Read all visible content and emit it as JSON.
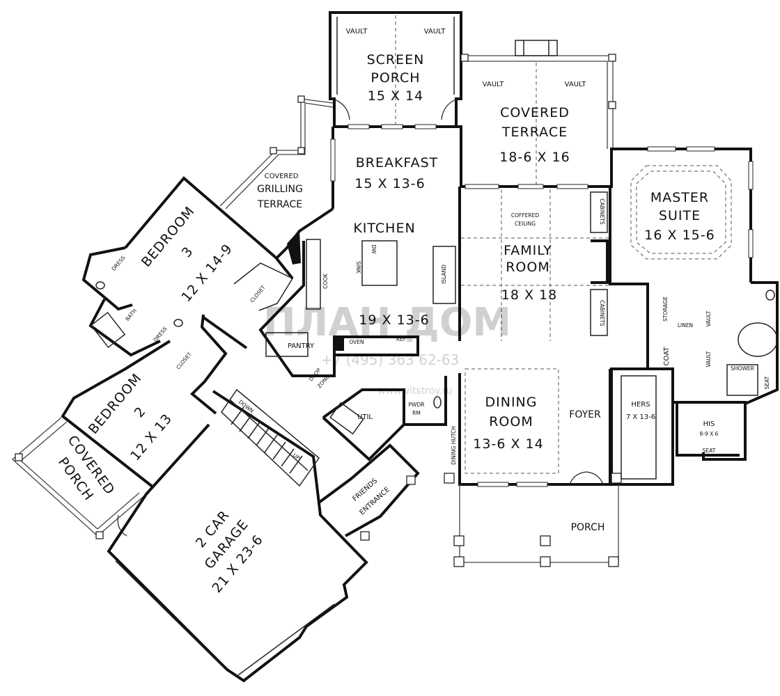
{
  "rooms": {
    "screen_porch": {
      "name1": "SCREEN",
      "name2": "PORCH",
      "dims": "15 X 14"
    },
    "covered_terrace": {
      "name1": "COVERED",
      "name2": "TERRACE",
      "dims": "18-6 X 16"
    },
    "breakfast": {
      "name": "BREAKFAST",
      "dims": "15 X 13-6"
    },
    "grilling": {
      "l1": "COVERED",
      "l2": "GRILLING",
      "l3": "TERRACE"
    },
    "kitchen": {
      "name": "KITCHEN",
      "dims": "19 X 13-6"
    },
    "family": {
      "name1": "FAMILY",
      "name2": "ROOM",
      "dims": "18 X 18",
      "ceiling1": "COFFERED",
      "ceiling2": "CEILING"
    },
    "master": {
      "name1": "MASTER",
      "name2": "SUITE",
      "dims": "16 X 15-6"
    },
    "bedroom3": {
      "name": "BEDROOM",
      "num": "3",
      "dims": "12 X 14-9"
    },
    "bedroom2": {
      "name": "BEDROOM",
      "num": "2",
      "dims": "12 X 13"
    },
    "covered_porch": {
      "name1": "COVERED",
      "name2": "PORCH"
    },
    "garage": {
      "l1": "2 CAR",
      "l2": "GARAGE",
      "dims": "21 X 23-6"
    },
    "dining": {
      "name1": "DINING",
      "name2": "ROOM",
      "dims": "13-6 X 14"
    },
    "foyer": "FOYER",
    "porch": "PORCH",
    "hers": {
      "name": "HERS",
      "dims": "7 X 13-6"
    },
    "his": {
      "name": "HIS",
      "dims": "8-9 X 6"
    },
    "friends": {
      "l1": "FRIENDS",
      "l2": "ENTRANCE"
    },
    "util": "UTIL",
    "pwdr": {
      "l1": "PWDR",
      "l2": "RM"
    },
    "pantry": "PANTRY",
    "drop_zone": {
      "l1": "DROP",
      "l2": "ZONE"
    }
  },
  "small_labels": {
    "vault": "VAULT",
    "dress": "DRESS",
    "bath": "BATH",
    "closet": "CLOSET",
    "sink": "SINK",
    "dw": "DW",
    "cook": "COOK",
    "island": "ISLAND",
    "oven": "OVEN",
    "ref": "REF",
    "cabinets": "CABINETS",
    "storage": "STORAGE",
    "linen": "LINEN",
    "coat": "COAT",
    "shower": "SHOWER",
    "seat": "SEAT",
    "dining_hutch": "DINING HUTCH",
    "down": "DOWN",
    "up": "UP"
  },
  "watermark": {
    "brand": "ПЛАН ДОМ",
    "phone": "+7 (495) 363 62-63",
    "site": "www.vitstroy.ru"
  }
}
